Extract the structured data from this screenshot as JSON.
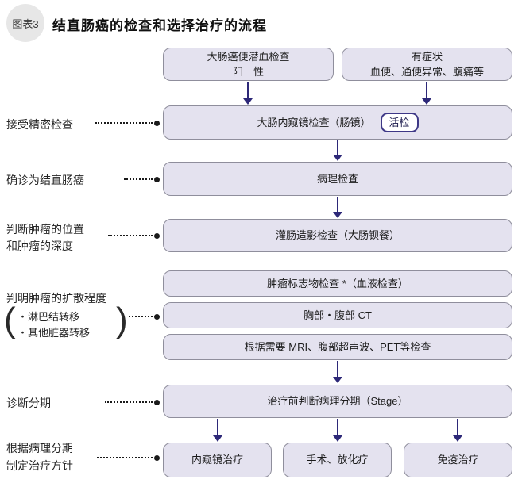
{
  "colors": {
    "box_fill": "#e4e2ef",
    "box_border": "#8f8e9c",
    "arrow": "#2d2878",
    "badge_bg": "#e7e7e7",
    "leader": "#1a1a1a"
  },
  "header": {
    "badge": "图表3",
    "title": "结直肠癌的检查和选择治疗的流程"
  },
  "boxes": {
    "screening_line1": "大肠癌便潜血检查",
    "screening_line2": "阳　性",
    "symptoms_line1": "有症状",
    "symptoms_line2": "血便、通便异常、腹痛等",
    "colonoscopy": "大肠内窥镜检查（肠镜）",
    "biopsy_tag": "活检",
    "pathology": "病理检查",
    "barium": "灌肠造影检查（大肠钡餐）",
    "tumor_marker": "肿瘤标志物检查 *（血液检查）",
    "ct": "胸部・腹部 CT",
    "mri": "根据需要 MRI、腹部超声波、PET等检查",
    "staging": "治疗前判断病理分期（Stage）",
    "treatment_endoscopic": "内窥镜治疗",
    "treatment_surgery": "手术、放化疗",
    "treatment_immuno": "免疫治疗"
  },
  "labels": {
    "detailed_exam": "接受精密检查",
    "confirmed": "确诊为结直肠癌",
    "position_line1": "判断肿瘤的位置",
    "position_line2": "和肿瘤的深度",
    "spread": "判明肿瘤的扩散程度",
    "spread_item1": "・淋巴结转移",
    "spread_item2": "・其他脏器转移",
    "paren_open": "(",
    "paren_close": ")",
    "staging": "诊断分期",
    "plan_line1": "根据病理分期",
    "plan_line2": "制定治疗方针"
  }
}
